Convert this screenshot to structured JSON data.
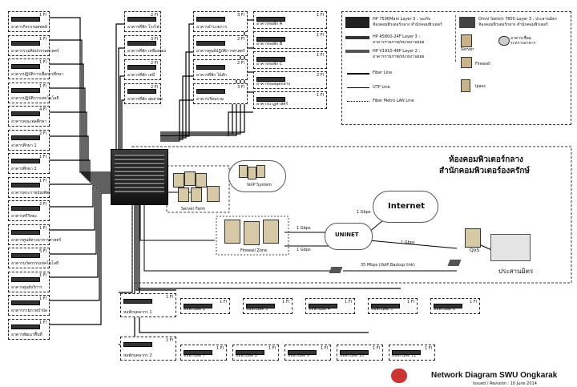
{
  "left_column": [
    {
      "floor": "1 Fl",
      "name": "อาคารกิจกรรมศพลย์"
    },
    {
      "floor": "1 Fl",
      "name": "อาคารรวมศิลปกรรมศาสตร์"
    },
    {
      "floor": "1 Fl",
      "name": "อาคารปฏิบัติการเพื่อการศึกษา"
    },
    {
      "floor": "1 Fl",
      "name": "อาคารปฏิบัติการเทคโนโลยี"
    },
    {
      "floor": "4 Fl",
      "name": "อาคารคณะพลศึกษา"
    },
    {
      "floor": "2 Fl",
      "name": "อาคารศึกษา 1"
    },
    {
      "floor": "1 Fl",
      "name": "อาคารศึกษา 2"
    },
    {
      "floor": "1 Fl",
      "name": "อาคารพระราชบัณฑิต"
    },
    {
      "floor": "2 Fl",
      "name": "อาคารศรีวิทยะ"
    },
    {
      "floor": "1 Fl",
      "name": "อาคารศูนย์ทางอาหารศาสตร์"
    },
    {
      "floor": "5 Fl",
      "name": "อาคารนวัตกรรมเทคโนโลยี"
    },
    {
      "floor": "1 Fl",
      "name": "อาคารศูนย์บริการ"
    },
    {
      "floor": "1 Fl",
      "name": "อาคารกายภาพบำบัด"
    },
    {
      "floor": "1 Fl",
      "name": "อาคารพัฒนาพื้นที่"
    }
  ],
  "mid_column": [
    {
      "floor": "2 Fl",
      "name": "อาคารที่พัก โรงไฟ"
    },
    {
      "floor": "3 Fl",
      "name": "อาคารที่พัก เหลืองทอง"
    },
    {
      "floor": "2 Fl",
      "name": "อาคารที่พัก เคมี"
    },
    {
      "floor": "2 Fl",
      "name": "อาคารที่พัก สุดสาคร"
    }
  ],
  "right_column": [
    {
      "floor": "3 Fl",
      "name": "อาคารอำนวยการ"
    },
    {
      "floor": "2 Fl",
      "name": "อาคารศูนย์ปฏิบัติการศาสตร์"
    },
    {
      "floor": "2 Fl",
      "name": "อาคารที่พัก ไม้สัก"
    },
    {
      "floor": "3 Fl",
      "name": "อาคารเรียนรวม"
    }
  ],
  "far_column": [
    {
      "floor": "1 Fl",
      "name": "อาคารหอพัก A"
    },
    {
      "floor": "1 Fl",
      "name": "อาคารหอพัก B"
    },
    {
      "floor": "1 Fl",
      "name": "อาคารหอพัก C"
    },
    {
      "floor": "2 Fl",
      "name": "อาคารหอสมุดกลาง"
    },
    {
      "floor": "1 Fl",
      "name": "อาคารนาฏศาสตร์"
    }
  ],
  "bottom_row1": [
    {
      "floor": "1 Fl",
      "name": "หอพักนิสิต 1"
    },
    {
      "floor": "1 Fl",
      "name": "หอพักนิสิต 3"
    },
    {
      "floor": "1 Fl",
      "name": "หอพักนิสิต 4"
    },
    {
      "floor": "1 Fl",
      "name": "หอพักนิสิต 5"
    },
    {
      "floor": "1 Fl",
      "name": "หอพักนิสิต 6"
    }
  ],
  "bottom_row2": [
    {
      "floor": "1 Fl",
      "name": "หอพักนิสิต 7"
    },
    {
      "floor": "1 Fl",
      "name": "หอพักนิสิต 8"
    },
    {
      "floor": "1 Fl",
      "name": "หอพักนิสิต 9"
    },
    {
      "floor": "1 Fl",
      "name": "หอพักนิสิต 10"
    },
    {
      "floor": "1 Fl",
      "name": "หอพักนิสิต 11"
    }
  ],
  "bottom_left": [
    {
      "floor": "1 Fl",
      "name": "หอพักบุคลากร 1"
    },
    {
      "floor": "1 Fl",
      "name": "หอพักบุคลากร 2"
    }
  ],
  "legend": {
    "core": "HP 7506Main Layer 3 : รองรับ",
    "core2": "ห้องคอมพิวเตอร์กลาง สำนักคอมพิวเตอร์",
    "sw1": "HP A5800-24F Layer 3 :",
    "sw1b": "อาคารกายภาพ/หน่วยงานย่อย",
    "sw2": "HP V1910-48P Layer 2 :",
    "sw2b": "อาคารกายภาพ/หน่วยงานย่อย",
    "fiber": "Fiber Line",
    "utp": "UTP Line",
    "metro": "Fiber Metro LAN Line",
    "omni": "Omni Switch 7800 Layer 3 : ประสานมิตร",
    "omni2": "ห้องคอมพิวเตอร์กลาง สำนักคอมพิวเตอร์",
    "server": "Server",
    "building": "อาคารเชื่อม ระหว่างอาคาร",
    "firewall": "Firewall",
    "ipass": "Ipass"
  },
  "center": {
    "title1": "ห้องคอมพิวเตอร์กลาง",
    "title2": "สำนักคอมพิวเตอร์องครักษ์",
    "server_farm": "Server Farm",
    "voip": "VoIP System",
    "firewall_zone": "Firewall Zone",
    "internet": "Internet",
    "uninet": "UNINET",
    "qos": "QoS",
    "prasanmit": "ประสานมิตร",
    "gbps1": "1 Gbps",
    "gbps2": "1 Gbps",
    "gbps3": "1 Gbps",
    "gbps4": "1 Gbps",
    "voip_link": "35 Mbps (VoIP,Backup link)"
  },
  "footer": {
    "title": "Network Diagram SWU Ongkarak",
    "issue": "Issued / Revision : 10 June  2014"
  }
}
